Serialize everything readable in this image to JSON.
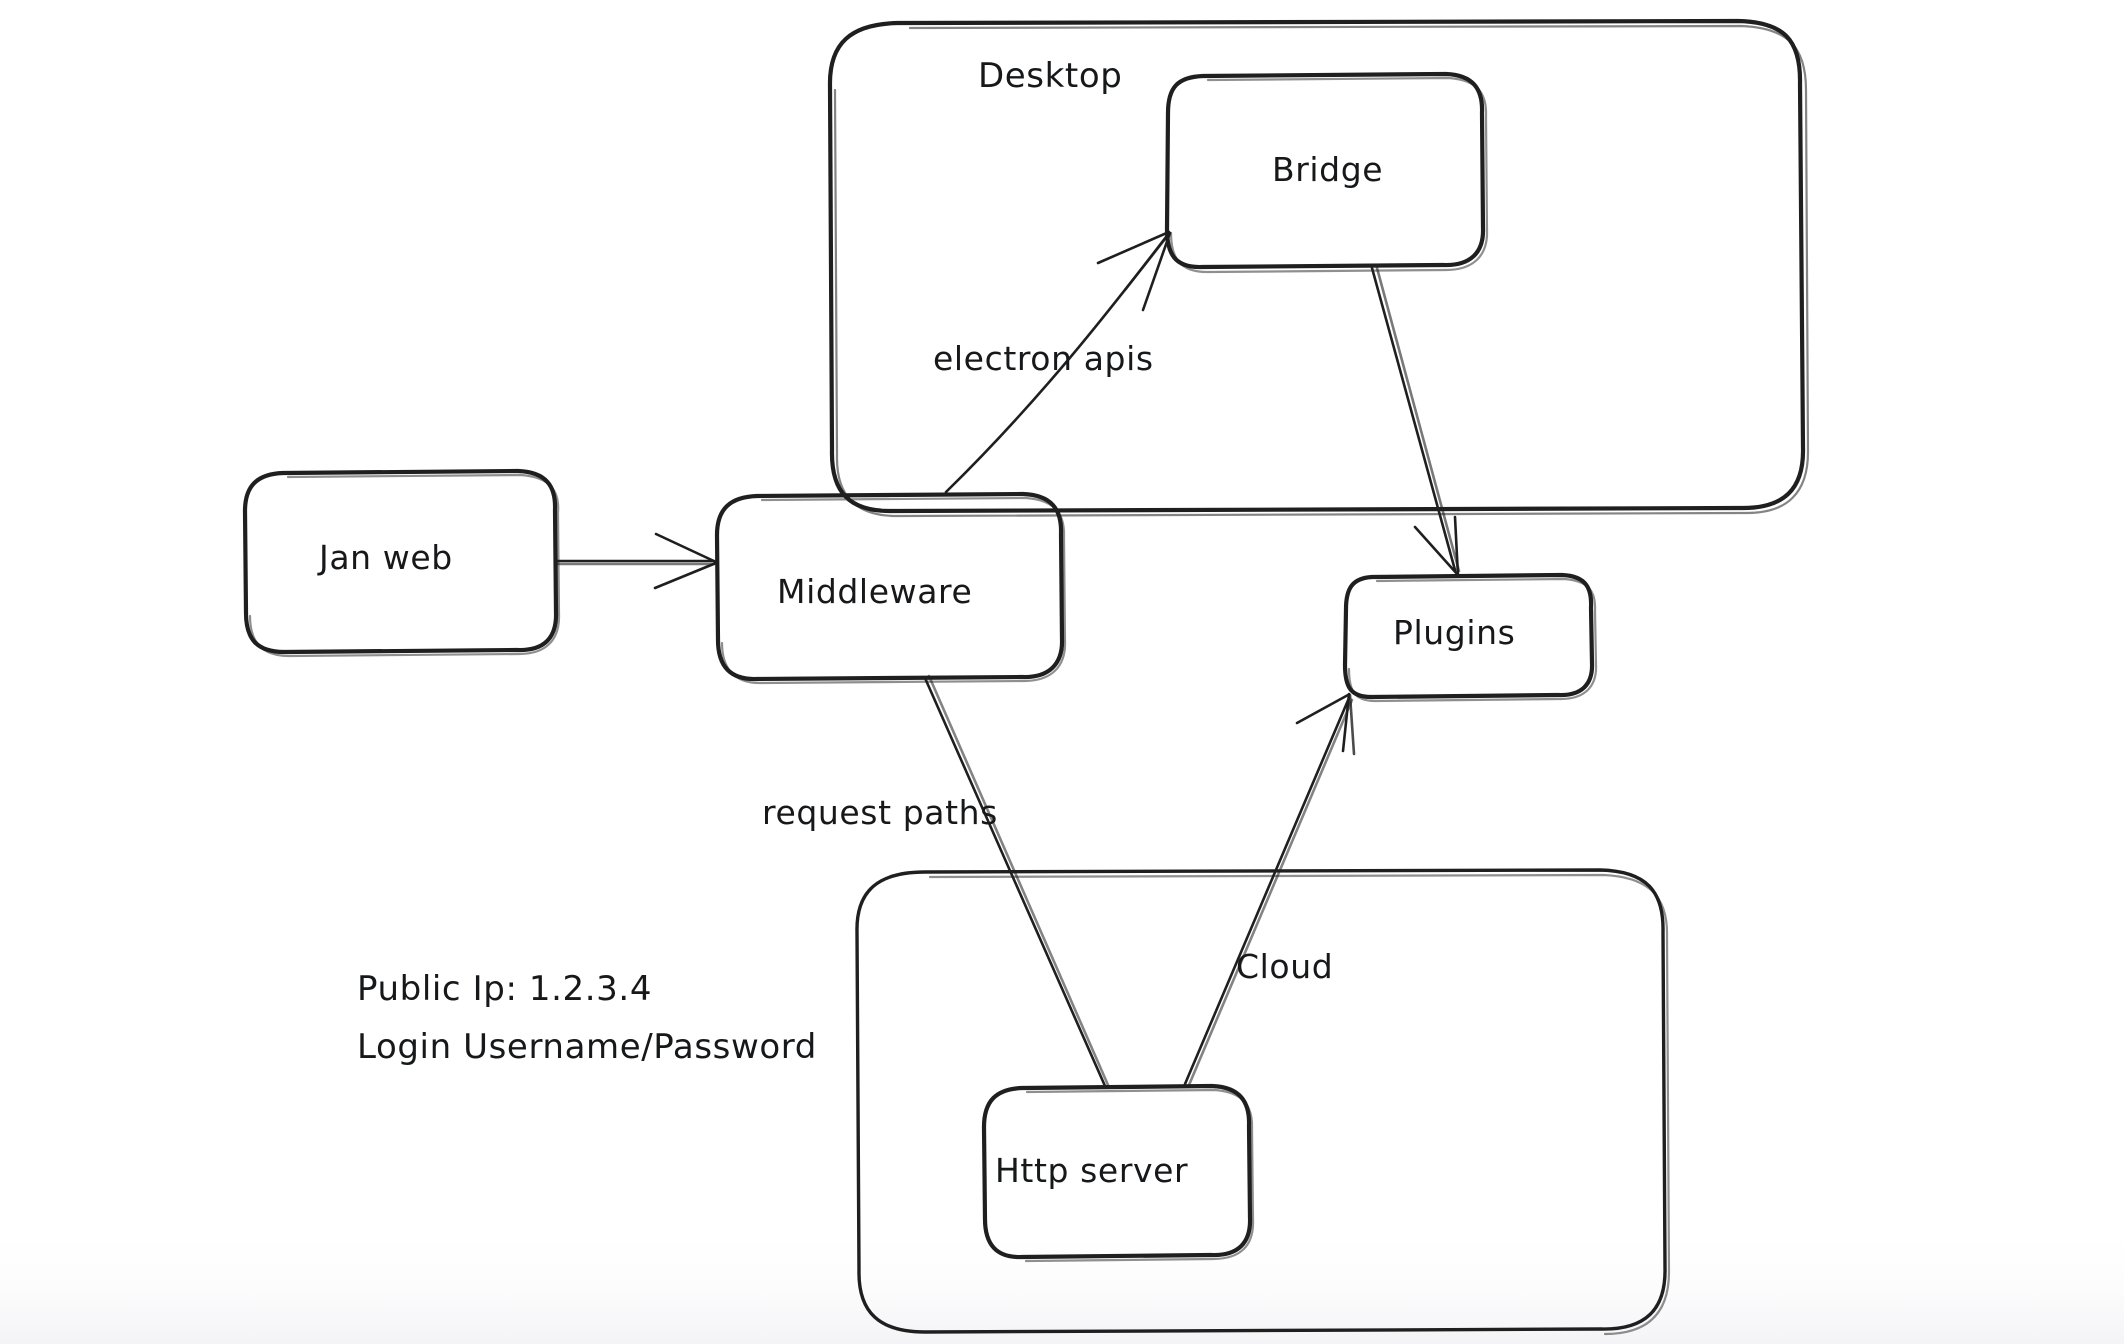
{
  "diagram": {
    "title_present": false,
    "background_color": "#ffffff",
    "ink_color": "#1f1f1f",
    "style": "hand-drawn whiteboard sketch",
    "groups": [
      {
        "id": "desktop",
        "label": "Desktop"
      },
      {
        "id": "cloud_group",
        "label": ""
      }
    ],
    "nodes": [
      {
        "id": "jan_web",
        "label": "Jan web"
      },
      {
        "id": "middleware",
        "label": "Middleware"
      },
      {
        "id": "bridge",
        "label": "Bridge"
      },
      {
        "id": "plugins",
        "label": "Plugins"
      },
      {
        "id": "http_server",
        "label": "Http server"
      }
    ],
    "edges": [
      {
        "id": "e1",
        "from": "jan_web",
        "to": "middleware",
        "label": ""
      },
      {
        "id": "e2",
        "from": "middleware",
        "to": "bridge",
        "label": "electron apis"
      },
      {
        "id": "e3",
        "from": "bridge",
        "to": "plugins",
        "label": ""
      },
      {
        "id": "e4",
        "from": "middleware",
        "to": "http_server",
        "label": "request paths"
      },
      {
        "id": "e5",
        "from": "http_server",
        "to": "plugins",
        "label": "Cloud"
      }
    ],
    "notes": {
      "public_ip": "Public Ip: 1.2.3.4",
      "login": "Login Username/Password"
    }
  }
}
